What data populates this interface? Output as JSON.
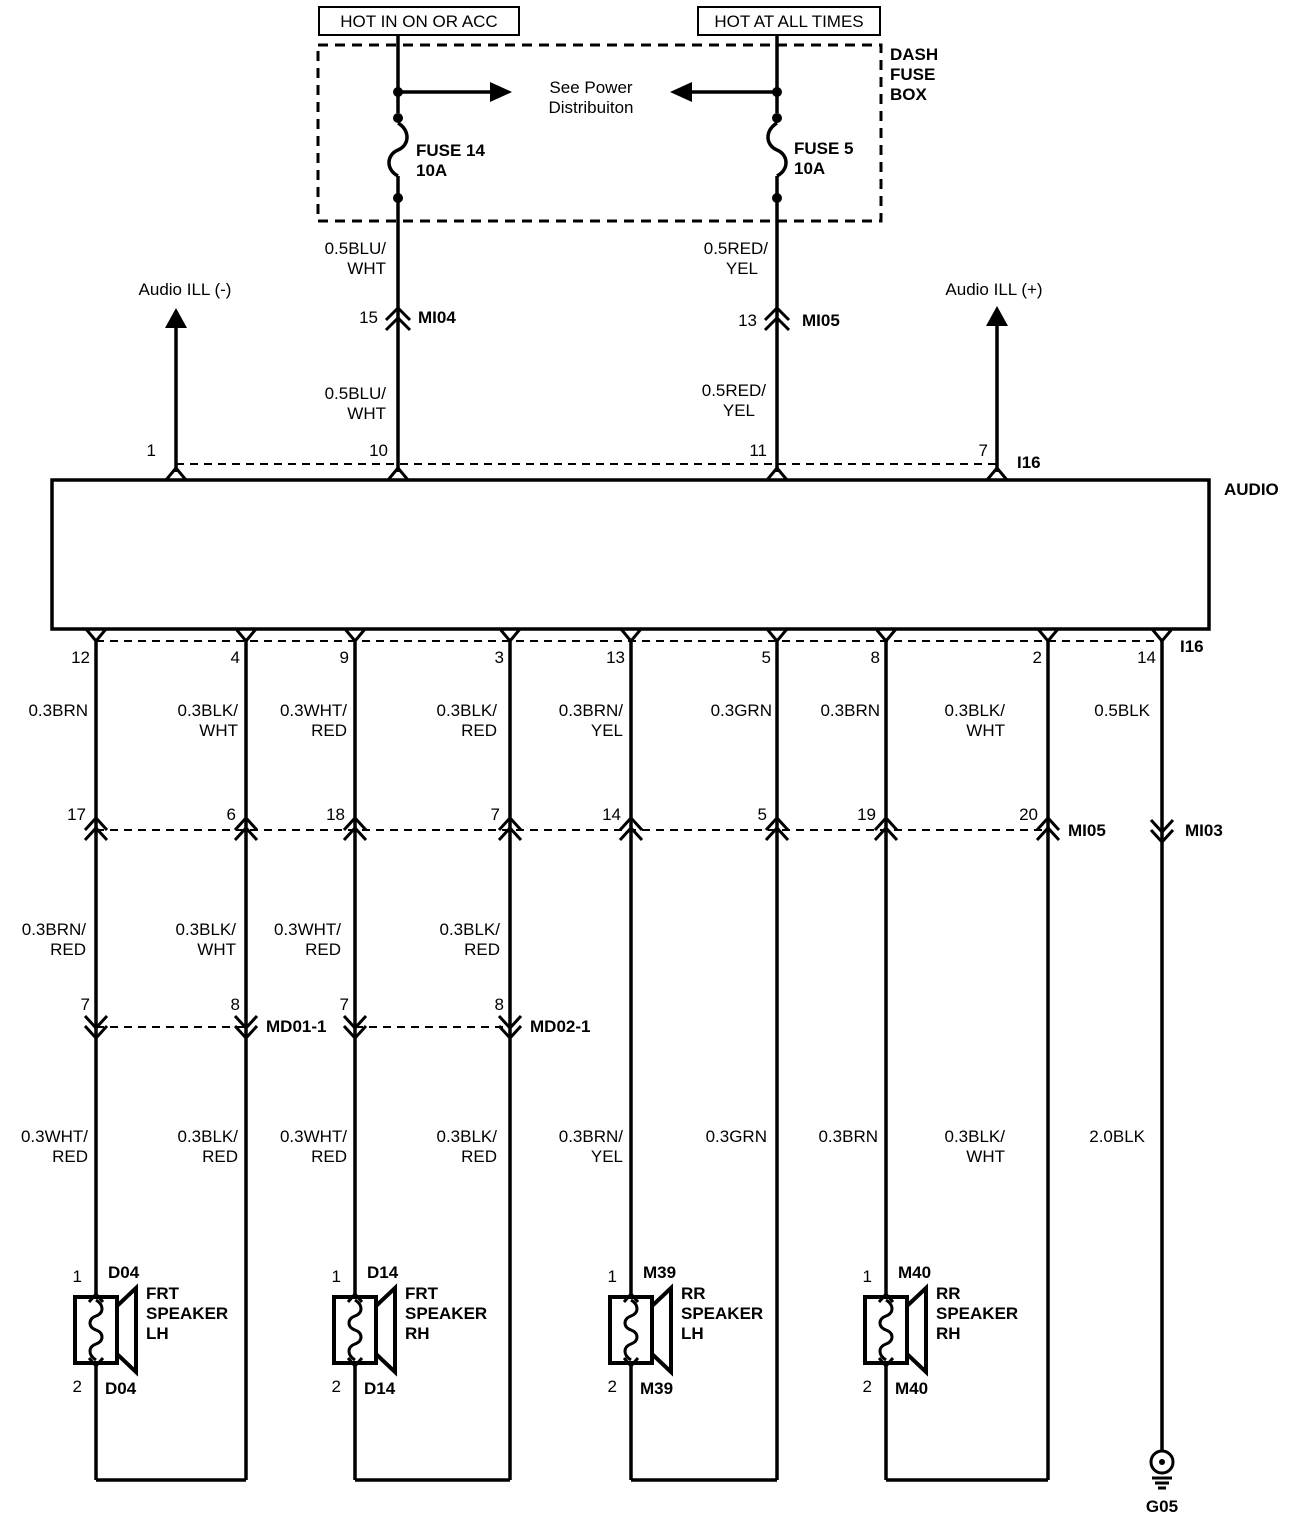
{
  "headers": {
    "hot_in_on_or_acc": "HOT IN ON OR ACC",
    "hot_at_all_times": "HOT AT ALL TIMES"
  },
  "dash_fuse_box": [
    "DASH",
    "FUSE",
    "BOX"
  ],
  "see_power": [
    "See Power",
    "Distribuiton"
  ],
  "fuses": {
    "fuse14": [
      "FUSE 14",
      "10A"
    ],
    "fuse5": [
      "FUSE 5",
      "10A"
    ]
  },
  "audio_ill_minus": "Audio ILL (-)",
  "audio_ill_plus": "Audio ILL (+)",
  "audio_label": "AUDIO",
  "connectors": {
    "mi04": "MI04",
    "mi05": "MI05",
    "mi03": "MI03",
    "i16": "I16",
    "md01": "MD01-1",
    "md02": "MD02-1",
    "g05": "G05"
  },
  "upper_wires": {
    "left_a": [
      "0.5BLU/",
      "WHT"
    ],
    "left_b": [
      "0.5BLU/",
      "WHT"
    ],
    "right_a": [
      "0.5RED/",
      "YEL"
    ],
    "right_b": [
      "0.5RED/",
      "YEL"
    ]
  },
  "pins": {
    "mi04": "15",
    "mi05_top": "13",
    "top": [
      "1",
      "10",
      "11",
      "7"
    ],
    "bottom": [
      "12",
      "4",
      "9",
      "3",
      "13",
      "5",
      "8",
      "2",
      "14"
    ],
    "mi05_row": [
      "17",
      "6",
      "18",
      "7",
      "14",
      "5",
      "19",
      "20"
    ],
    "md": [
      "7",
      "8",
      "7",
      "8"
    ]
  },
  "wires_row1": [
    [
      "0.3BRN"
    ],
    [
      "0.3BLK/",
      "WHT"
    ],
    [
      "0.3WHT/",
      "RED"
    ],
    [
      "0.3BLK/",
      "RED"
    ],
    [
      "0.3BRN/",
      "YEL"
    ],
    [
      "0.3GRN"
    ],
    [
      "0.3BRN"
    ],
    [
      "0.3BLK/",
      "WHT"
    ],
    [
      "0.5BLK"
    ]
  ],
  "wires_row2": [
    [
      "0.3BRN/",
      "RED"
    ],
    [
      "0.3BLK/",
      "WHT"
    ],
    [
      "0.3WHT/",
      "RED"
    ],
    [
      "0.3BLK/",
      "RED"
    ]
  ],
  "wires_row3": [
    [
      "0.3WHT/",
      "RED"
    ],
    [
      "0.3BLK/",
      "RED"
    ],
    [
      "0.3WHT/",
      "RED"
    ],
    [
      "0.3BLK/",
      "RED"
    ],
    [
      "0.3BRN/",
      "YEL"
    ],
    [
      "0.3GRN"
    ],
    [
      "0.3BRN"
    ],
    [
      "0.3BLK/",
      "WHT"
    ],
    [
      "2.0BLK"
    ]
  ],
  "speakers": [
    {
      "conn": "D04",
      "name": [
        "FRT",
        "SPEAKER",
        "LH"
      ],
      "pin1": "1",
      "pin2": "2"
    },
    {
      "conn": "D14",
      "name": [
        "FRT",
        "SPEAKER",
        "RH"
      ],
      "pin1": "1",
      "pin2": "2"
    },
    {
      "conn": "M39",
      "name": [
        "RR",
        "SPEAKER",
        "LH"
      ],
      "pin1": "1",
      "pin2": "2"
    },
    {
      "conn": "M40",
      "name": [
        "RR",
        "SPEAKER",
        "RH"
      ],
      "pin1": "1",
      "pin2": "2"
    }
  ]
}
